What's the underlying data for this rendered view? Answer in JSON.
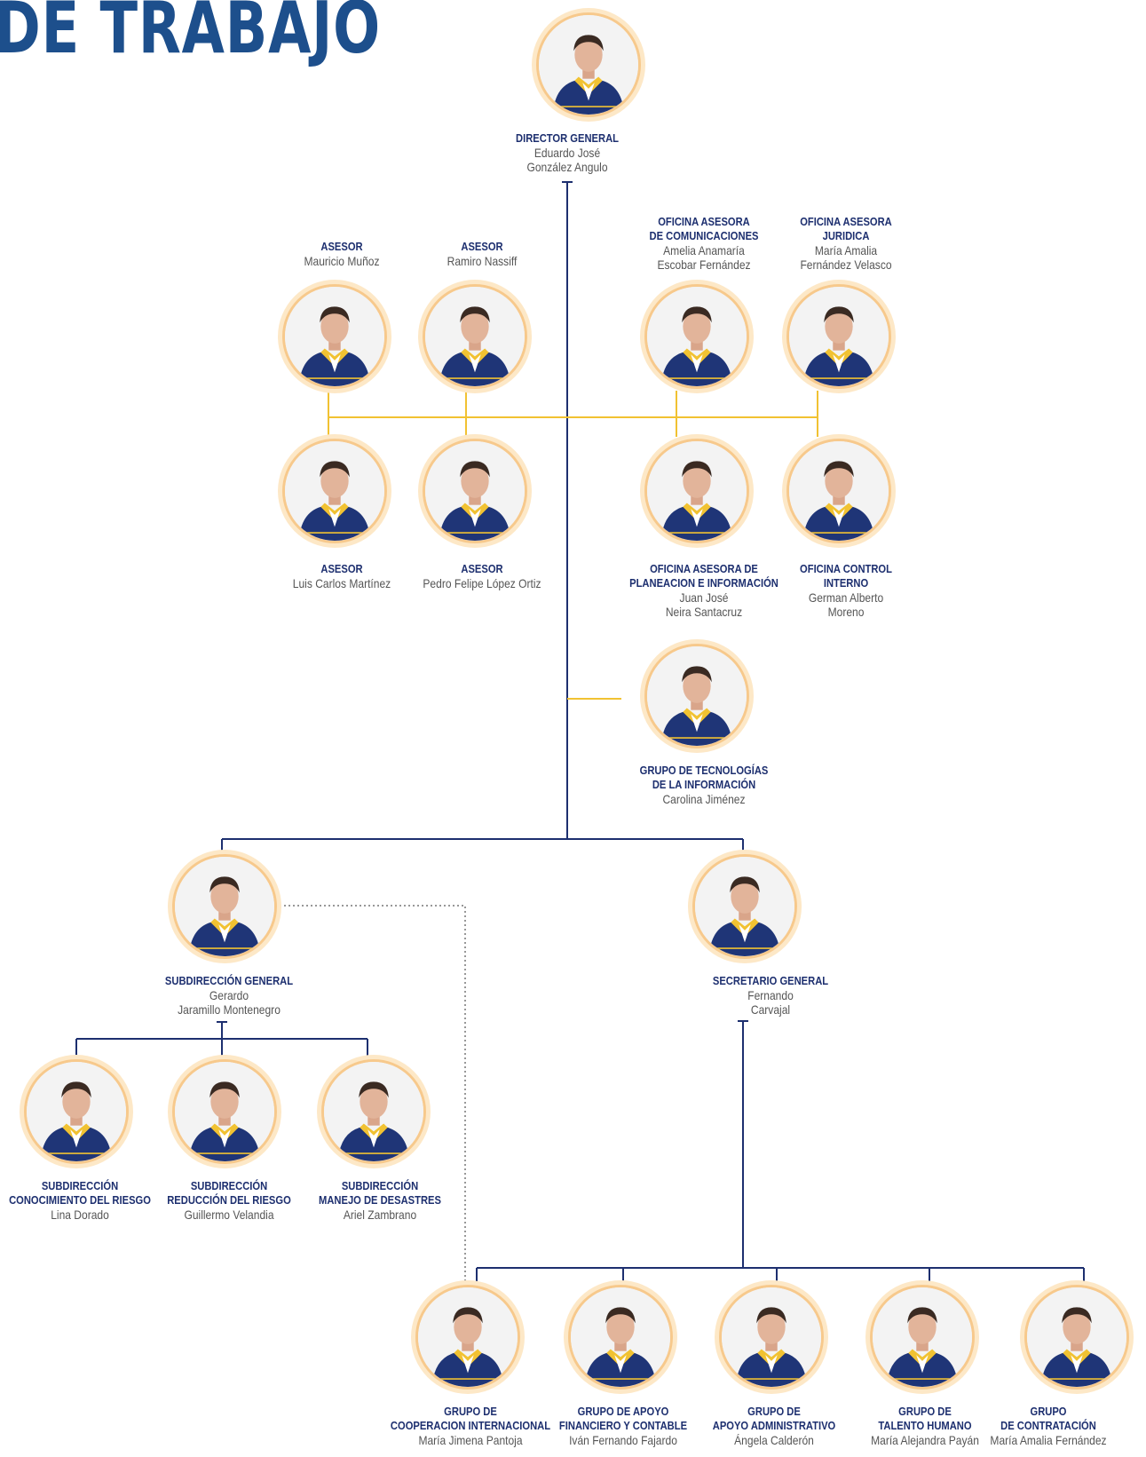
{
  "page": {
    "title": "DE TRABAJO"
  },
  "colors": {
    "navy": "#1d2f6f",
    "gold": "#f1c232",
    "title": "#1d4f8c",
    "ring": "#f7c98c"
  },
  "people": {
    "director": {
      "role": "DIRECTOR GENERAL",
      "name": "Eduardo José\nGonzález Angulo"
    },
    "asesor_munoz": {
      "role": "ASESOR",
      "name": "Mauricio Muñoz"
    },
    "asesor_nassiff": {
      "role": "ASESOR",
      "name": "Ramiro Nassiff"
    },
    "comunicaciones": {
      "role": "OFICINA ASESORA\nDE COMUNICACIONES",
      "name": "Amelia Anamaría\nEscobar Fernández"
    },
    "juridica": {
      "role": "OFICINA ASESORA\nJURIDICA",
      "name": "María Amalia\nFernández Velasco"
    },
    "asesor_martinez": {
      "role": "ASESOR",
      "name": "Luis Carlos Martínez"
    },
    "asesor_lopez": {
      "role": "ASESOR",
      "name": "Pedro Felipe López Ortiz"
    },
    "planeacion": {
      "role": "OFICINA ASESORA DE\nPLANEACION E INFORMACIÓN",
      "name": "Juan José\nNeira Santacruz"
    },
    "control": {
      "role": "OFICINA CONTROL\nINTERNO",
      "name": "German Alberto\nMoreno"
    },
    "tecnologias": {
      "role": "GRUPO DE TECNOLOGÍAS\nDE LA INFORMACIÓN",
      "name": "Carolina Jiménez"
    },
    "subdireccion": {
      "role": "SUBDIRECCIÓN GENERAL",
      "name": "Gerardo\nJaramillo Montenegro"
    },
    "secretario": {
      "role": "SECRETARIO GENERAL",
      "name": "Fernando\nCarvajal"
    },
    "conocimiento": {
      "role": "SUBDIRECCIÓN\nCONOCIMIENTO DEL RIESGO",
      "name": "Lina Dorado"
    },
    "reduccion": {
      "role": "SUBDIRECCIÓN\nREDUCCIÓN DEL RIESGO",
      "name": "Guillermo Velandia"
    },
    "manejo": {
      "role": "SUBDIRECCIÓN\nMANEJO DE DESASTRES",
      "name": "Ariel Zambrano"
    },
    "cooperacion": {
      "role": "GRUPO DE\nCOOPERACION INTERNACIONAL",
      "name": "María Jimena Pantoja"
    },
    "financiero": {
      "role": "GRUPO DE APOYO\nFINANCIERO Y CONTABLE",
      "name": "Iván Fernando Fajardo"
    },
    "administrativo": {
      "role": "GRUPO DE\nAPOYO ADMINISTRATIVO",
      "name": "Ángela Calderón"
    },
    "talento": {
      "role": "GRUPO DE\nTALENTO HUMANO",
      "name": "María Alejandra Payán"
    },
    "contratacion": {
      "role": "GRUPO\nDE CONTRATACIÓN",
      "name": "María Amalia Fernández"
    }
  }
}
